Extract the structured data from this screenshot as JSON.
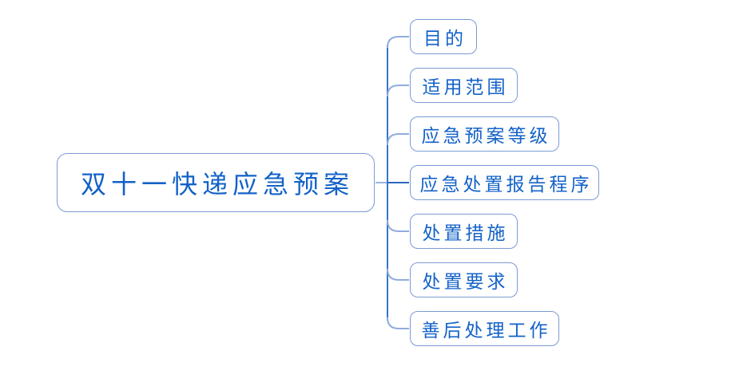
{
  "diagram": {
    "type": "mindmap",
    "root": {
      "label": "双十一快递应急预案"
    },
    "children": [
      {
        "label": "目的"
      },
      {
        "label": "适用范围"
      },
      {
        "label": "应急预案等级"
      },
      {
        "label": "应急处置报告程序"
      },
      {
        "label": "处置措施"
      },
      {
        "label": "处置要求"
      },
      {
        "label": "善后处理工作"
      }
    ],
    "colors": {
      "background": "#ffffff",
      "node_border": "#7b9bd2",
      "node_fill": "#ffffff",
      "text": "#1362c8",
      "trunk_line": "#3b74c4",
      "branch_curve": "#8facde",
      "branch_straight": "#2a65be",
      "root_connector": "#98b4e0"
    }
  }
}
